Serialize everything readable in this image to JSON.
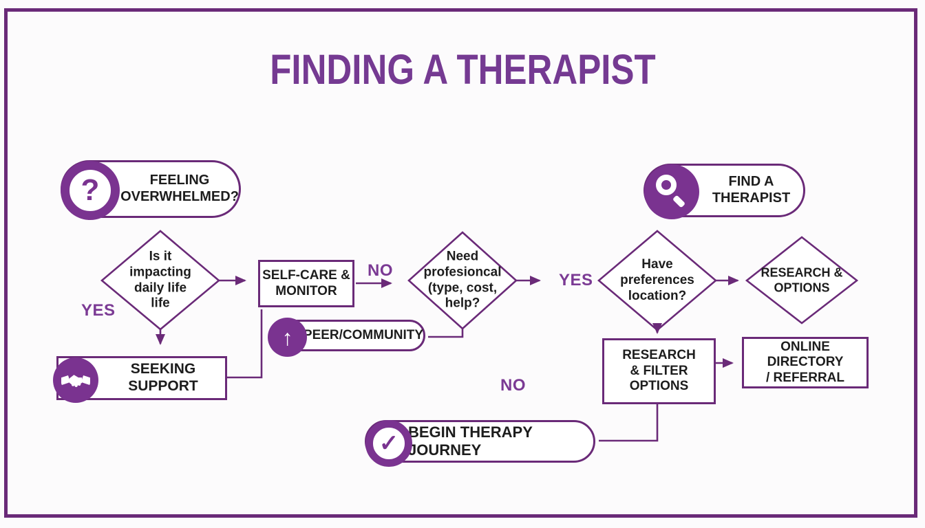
{
  "title": "FINDING A THERAPIST",
  "colors": {
    "purple_primary": "#7b3a94",
    "line_purple": "#6a2a78",
    "icon_purple": "#7a3390",
    "text_dark": "#1d1d1d",
    "background": "#fcfbfc"
  },
  "nodes": {
    "feeling_overwhelmed": {
      "label": "FEELING\nOVERWHELMED?",
      "icon": "question-mark"
    },
    "impact_diamond": {
      "label": "Is it\nimpacting\ndaily life\nlife"
    },
    "self_care": {
      "label": "SELF-CARE &\nMONITOR"
    },
    "need_professional_diamond": {
      "label": "Need\nprofesioncal\n(type, cost,\nhelp?"
    },
    "peer_community": {
      "label": "PEER/COMMUNITY",
      "icon": "up-arrow"
    },
    "seeking_support": {
      "label": "SEEKING SUPPORT",
      "icon": "handshake"
    },
    "find_therapist": {
      "label": "FIND A\nTHERAPIST",
      "icon": "magnifier"
    },
    "preferences_diamond": {
      "label": "Have\npreferences\nlocation?"
    },
    "research_options_diamond": {
      "label": "RESEARCH &\nOPTIONS"
    },
    "research_filter": {
      "label": "RESEARCH\n& FILTER\nOPTIONS"
    },
    "online_directory": {
      "label": "ONLINE DIRECTORY\n/ REFERRAL"
    },
    "begin_journey": {
      "label": "BEGIN THERAPY JOURNEY",
      "icon": "checkmark"
    }
  },
  "labels": {
    "yes_left": "YES",
    "no_self_care": "NO",
    "yes_professional": "YES",
    "no_bottom": "NO"
  },
  "icon_glyphs": {
    "question": "?",
    "up_arrow": "↑",
    "check": "✓"
  }
}
